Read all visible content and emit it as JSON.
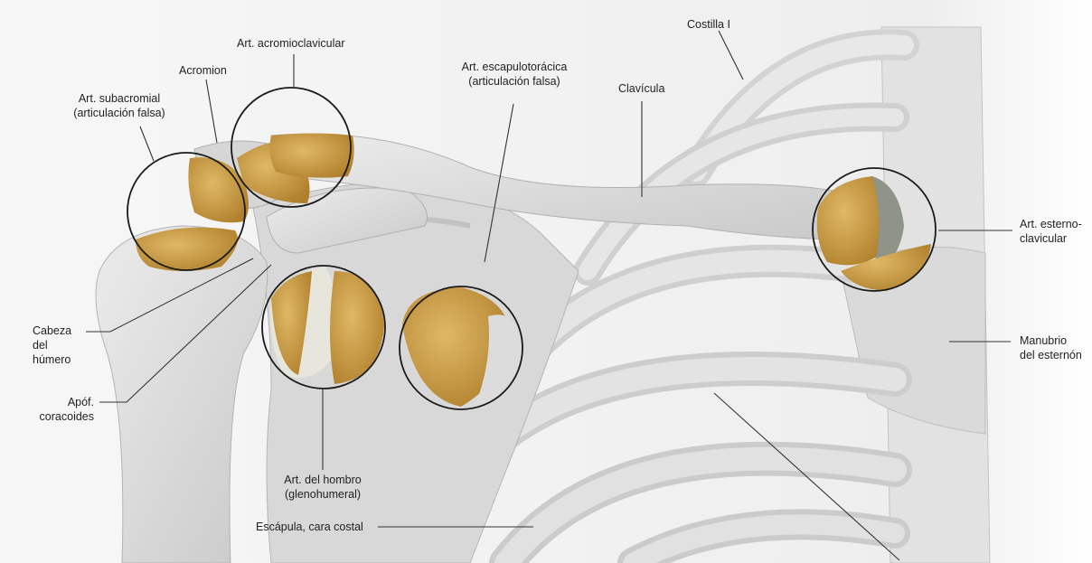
{
  "figure": {
    "labels": {
      "costilla": "Costilla I",
      "acromioclavicular": "Art. acromioclavicular",
      "acromion": "Acromion",
      "subacromial_1": "Art. subacromial",
      "subacromial_2": "(articulación falsa)",
      "escapulotoracica_1": "Art. escapulotorácica",
      "escapulotoracica_2": "(articulación falsa)",
      "clavicula": "Clavícula",
      "esternoclavicular_1": "Art. esterno-",
      "esternoclavicular_2": "clavicular",
      "cabeza_1": "Cabeza",
      "cabeza_2": "del",
      "cabeza_3": "húmero",
      "coracoides_1": "Apóf.",
      "coracoides_2": "coracoides",
      "manubrio_1": "Manubrio",
      "manubrio_2": "del esternón",
      "hombro_1": "Art. del hombro",
      "hombro_2": "(glenohumeral)",
      "escapula": "Escápula, cara costal"
    },
    "colors": {
      "bone": "#dedede",
      "bone_shadow": "#b9b9b9",
      "cartilage": "#c89a3f",
      "cartilage_light": "#dcb463",
      "circle": "#1a1a1a",
      "leader": "#333333"
    }
  }
}
